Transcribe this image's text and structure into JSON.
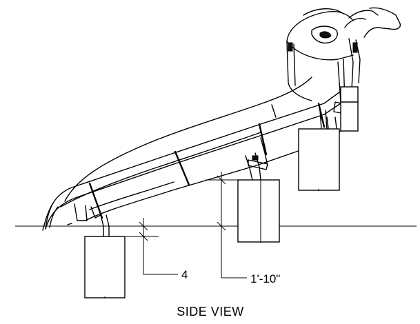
{
  "diagram": {
    "view_title": "SIDE VIEW",
    "dimensions": {
      "footing_depth": "4",
      "post_footing_height": "1'-10\""
    }
  }
}
